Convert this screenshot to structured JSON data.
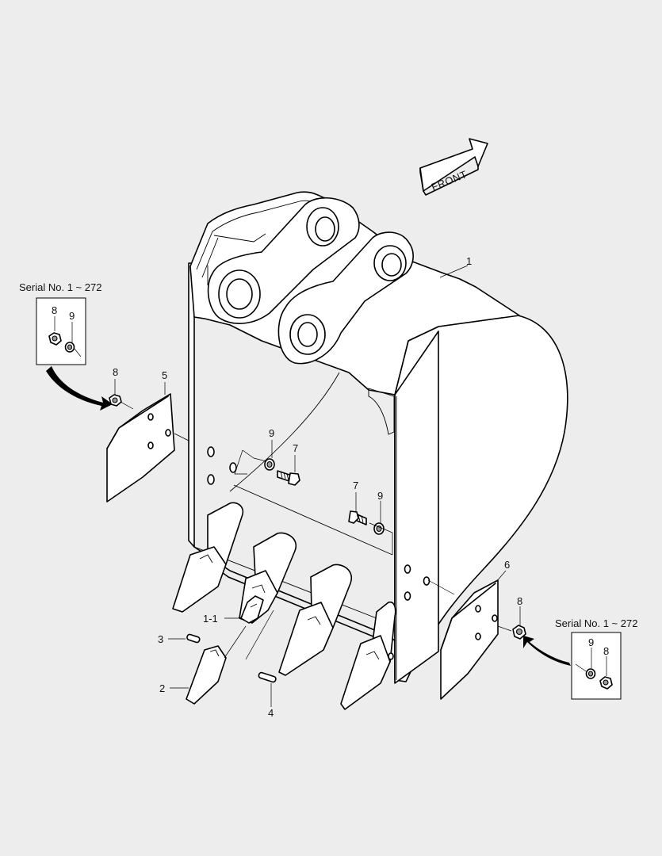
{
  "front_arrow": {
    "text": "FRONT"
  },
  "serial_left": {
    "text": "Serial No. 1 ~ 272",
    "labels": [
      "8",
      "9"
    ]
  },
  "serial_right": {
    "text": "Serial No. 1 ~ 272",
    "labels": [
      "9",
      "8"
    ]
  },
  "callouts": {
    "bucket": "1",
    "tooth_adapter": "1-1",
    "tooth_point": "2",
    "pin": "3",
    "lock": "4",
    "side_cutter_left": "5",
    "side_cutter_right": "6",
    "bolt_upper": "7",
    "bolt_lower": "7",
    "nut_left": "8",
    "nut_right": "8",
    "washer_upper": "9",
    "washer_lower": "9"
  },
  "colors": {
    "background": "#ededed",
    "line": "#000000",
    "fill": "#ffffff"
  }
}
